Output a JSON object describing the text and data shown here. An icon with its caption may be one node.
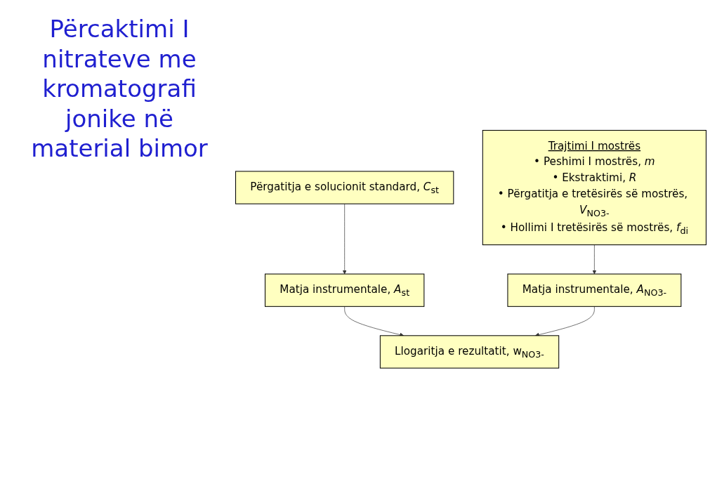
{
  "diagram": {
    "title": "Përcaktimi I nitrateve me kromatografi jonike në material bimor",
    "nodes": [
      {
        "text": [
          "Përgatitja e solucionit standard, *C*$_{st}$"
        ]
      },
      {
        "text": [
          "Matja instrumentale, *A*$_{st}$"
        ]
      },
      {
        "text": [
          "Trajtimi I mostrës",
          "• Peshimi I mostrës, *m*",
          "• Ekstraktimi, *R*",
          "• Përgatitja e tretësirës së mostrës, *V*$_{NO3-}$",
          "• Hollimi I tretësirës së mostrës, *f*$_{di}$"
        ]
      },
      {
        "text": [
          "Matja instrumentale, *A*$_{NO3-}$"
        ]
      },
      {
        "text": [
          "Llogaritja e rezultatit, w$_{NO3-}$"
        ]
      }
    ],
    "edges": [
      {
        "from": 0,
        "to": 1,
        "arrow": "to"
      },
      {
        "from": 2,
        "to": 3,
        "arrow": "to"
      },
      {
        "from": 1,
        "to": 4,
        "arrow": "to"
      },
      {
        "from": 3,
        "to": 4,
        "arrow": "to"
      }
    ]
  }
}
